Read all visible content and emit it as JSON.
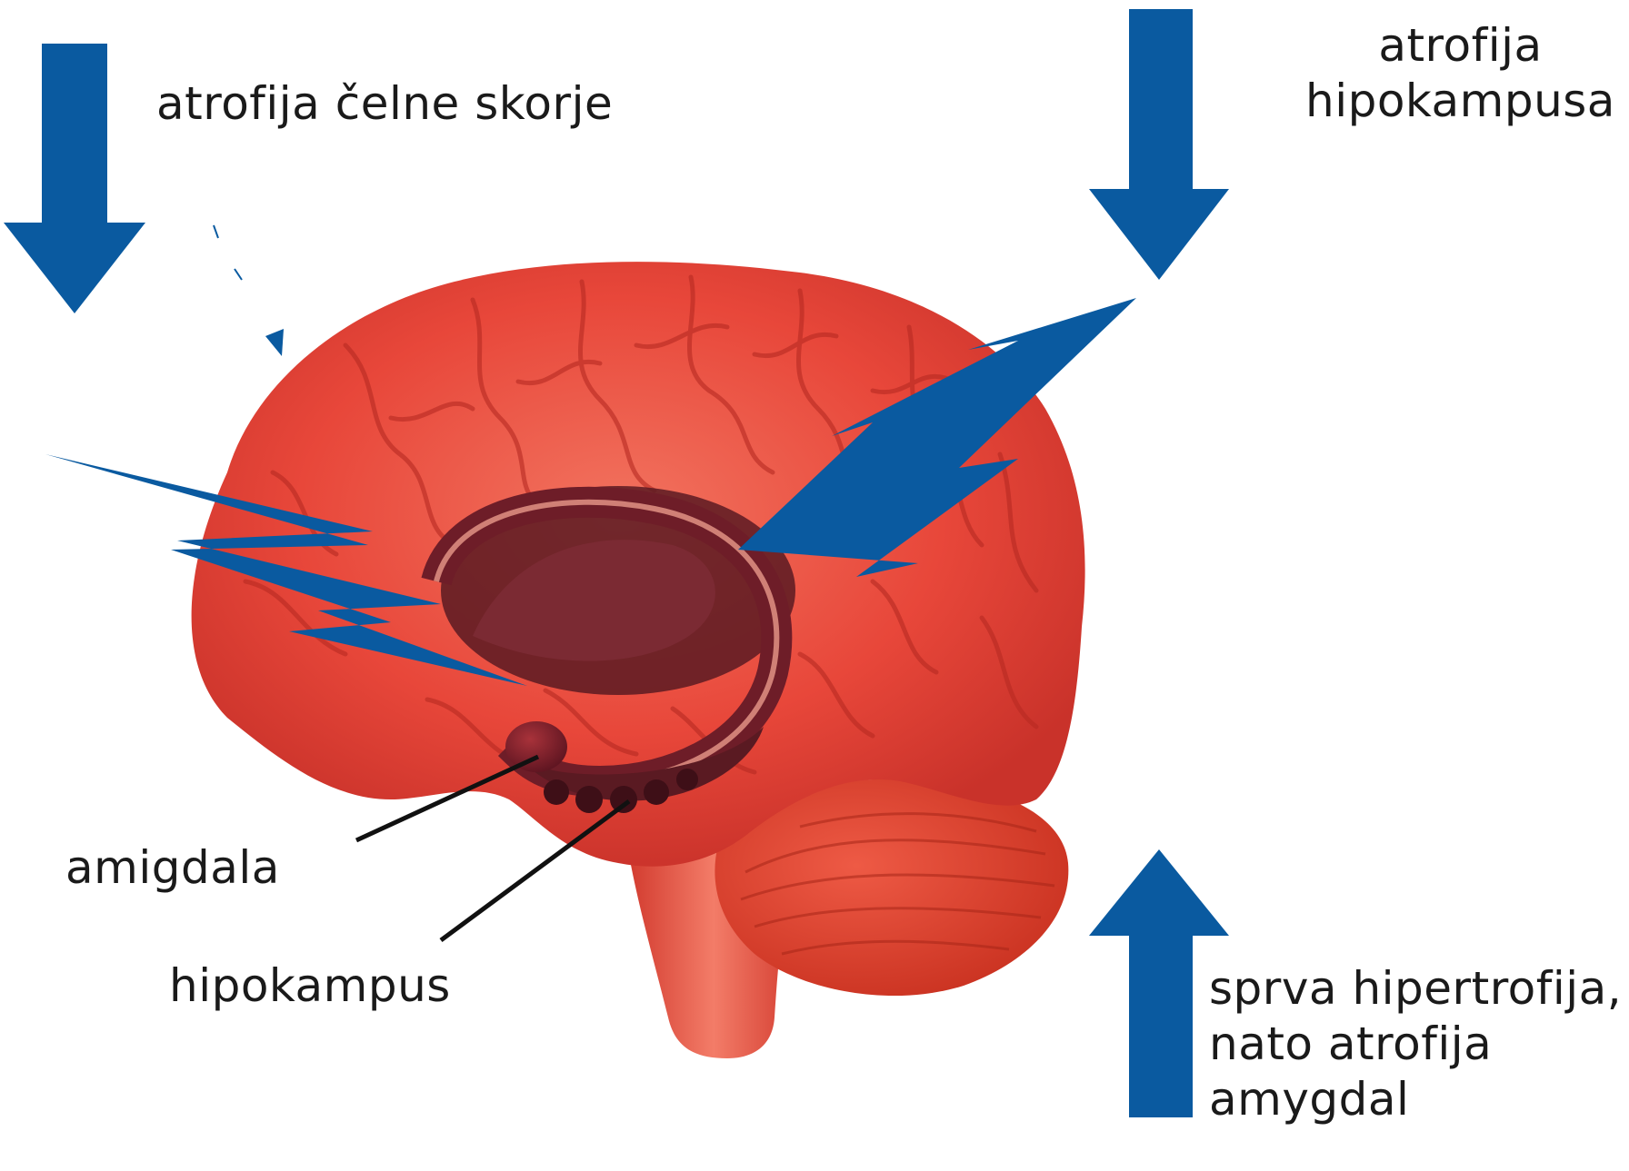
{
  "labels": {
    "frontal_cortex_atrophy": "atrofija čelne skorje",
    "hippocampus_atrophy": [
      "atrofija",
      "hipokampusa"
    ],
    "amygdala_change": [
      "sprva hipertrofija,",
      "nato atrofija",
      "amygdal"
    ],
    "amygdala": "amigdala",
    "hippocampus": "hipokampus"
  },
  "icons": {
    "arrow_frontal": "arrow-down-icon",
    "arrow_hippocampus": "arrow-down-icon",
    "arrow_amygdala": "arrow-up-icon",
    "bolt_frontal": "lightning-bolt-icon",
    "bolt_hippocampus": "lightning-bolt-icon"
  },
  "colors": {
    "arrow_blue": "#0a5aa0",
    "brain_red": "#e8473a",
    "limbic_dark": "#5a1a22",
    "label_text": "#1a1a1a"
  }
}
